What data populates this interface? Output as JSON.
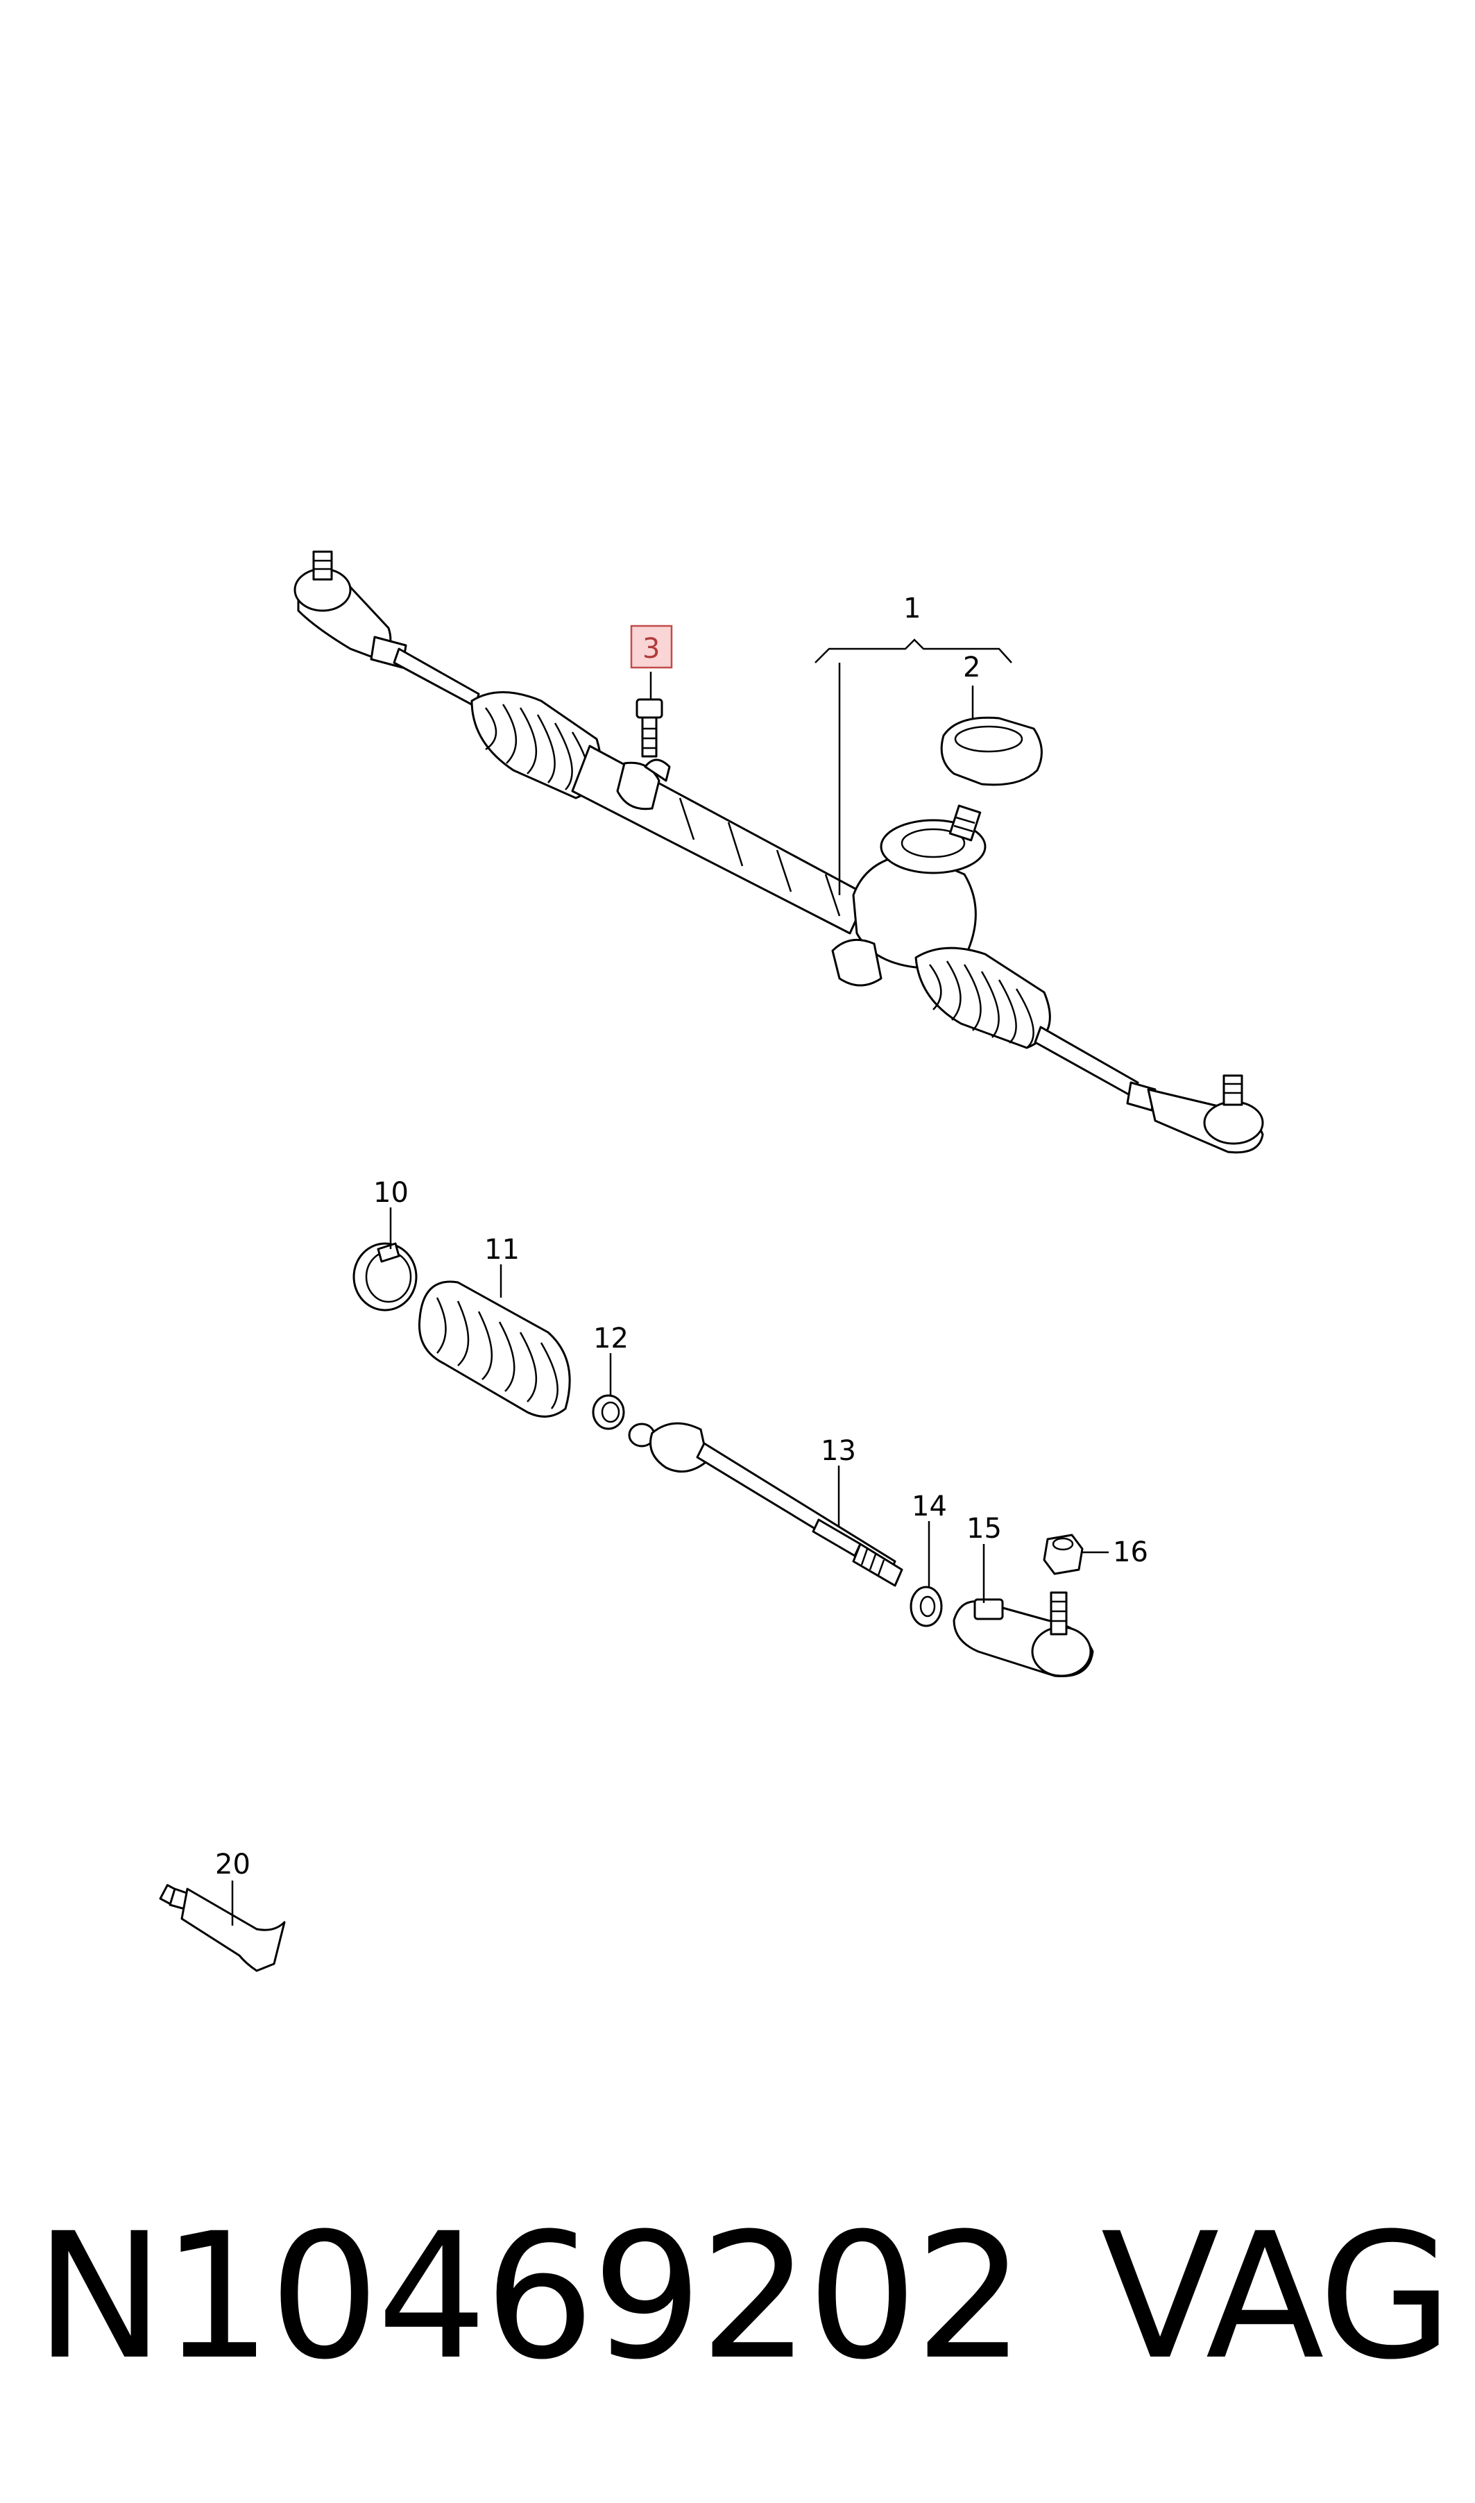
{
  "callouts": {
    "c1": "1",
    "c2": "2",
    "c3": "3",
    "c10": "10",
    "c11": "11",
    "c12": "12",
    "c13": "13",
    "c14": "14",
    "c15": "15",
    "c16": "16",
    "c20": "20"
  },
  "highlight_color": "#f9d5d5",
  "caption": {
    "part_number": "N10469202",
    "brand": "VAG"
  }
}
